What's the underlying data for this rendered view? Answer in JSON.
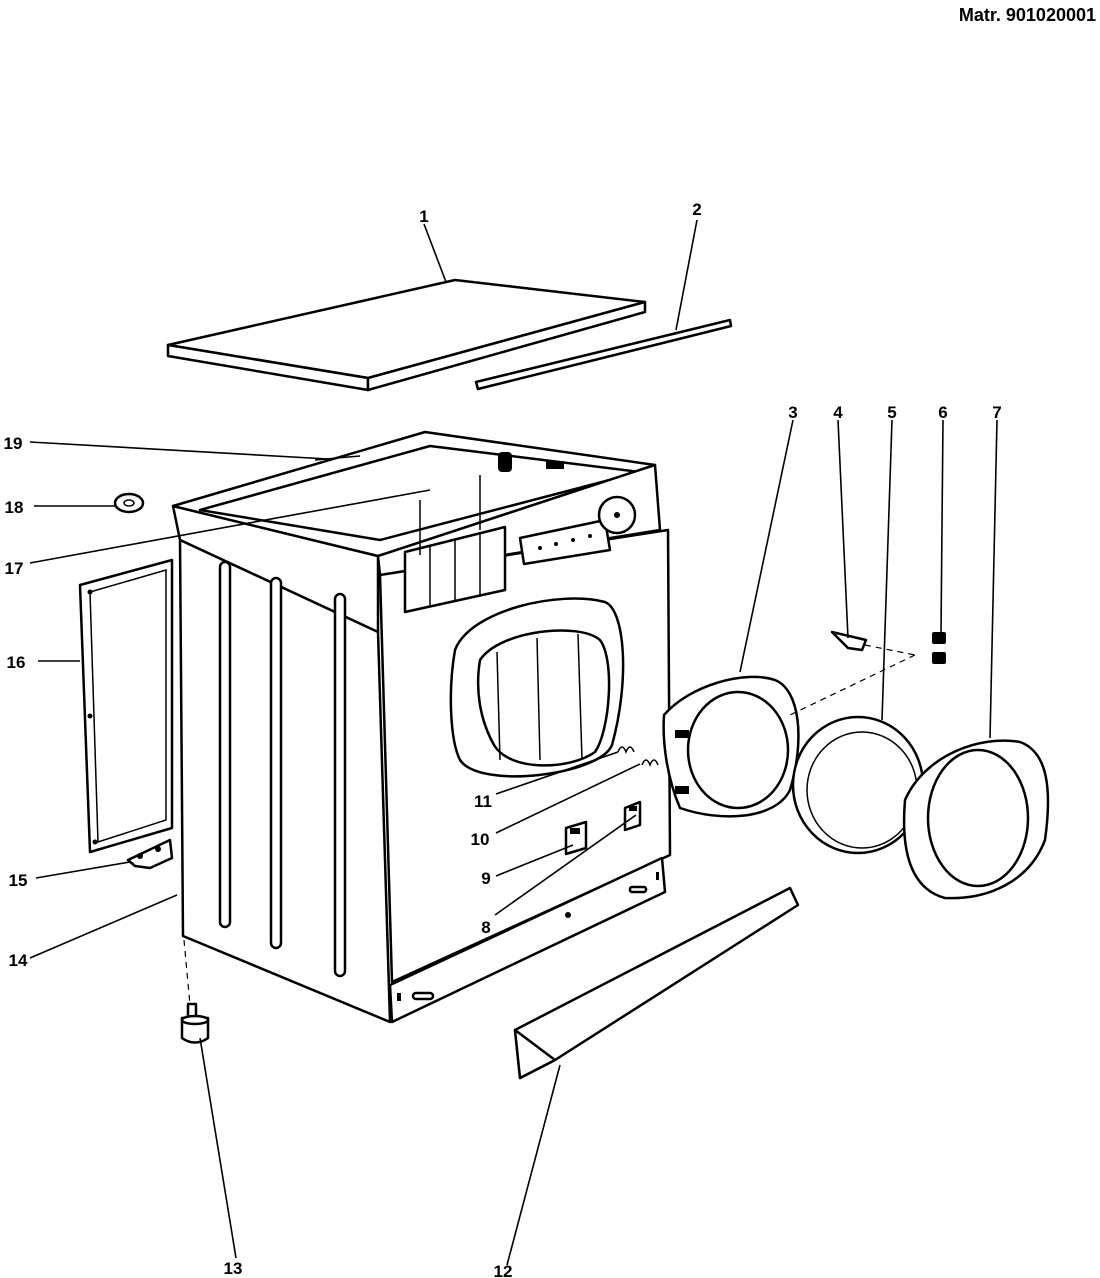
{
  "header": {
    "matr": "Matr. 901020001"
  },
  "callouts": [
    "1",
    "2",
    "3",
    "4",
    "5",
    "6",
    "7",
    "8",
    "9",
    "10",
    "11",
    "12",
    "13",
    "14",
    "15",
    "16",
    "17",
    "18",
    "19"
  ]
}
